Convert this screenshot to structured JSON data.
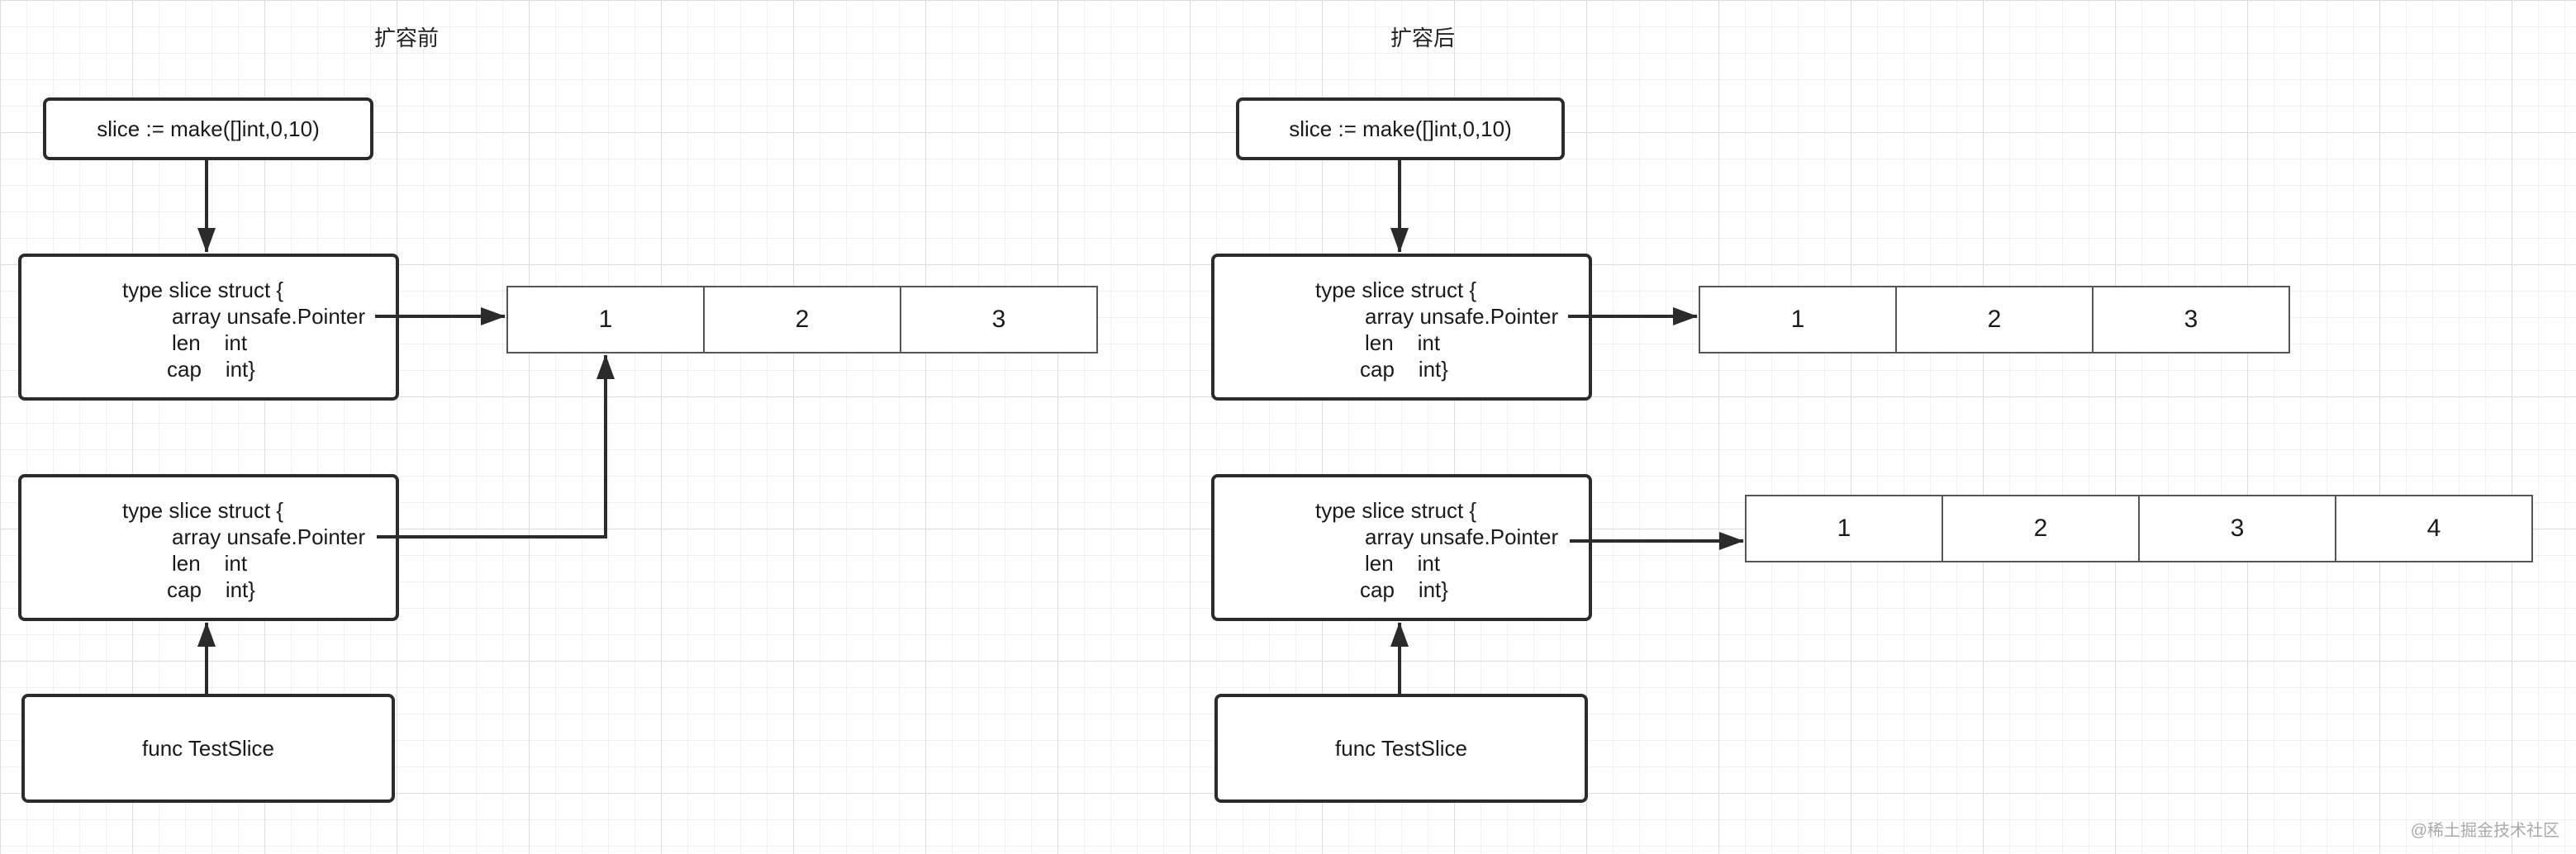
{
  "headings": {
    "before": "扩容前",
    "after": "扩容后"
  },
  "make_label": "slice := make([]int,0,10)",
  "func_label": "func TestSlice",
  "struct_lines": {
    "line1": "type slice struct {",
    "line2": "array unsafe.Pointer",
    "line3": "len    int",
    "line4": "cap    int}"
  },
  "arrays": {
    "before_shared": [
      "1",
      "2",
      "3"
    ],
    "after_original": [
      "1",
      "2",
      "3"
    ],
    "after_new": [
      "1",
      "2",
      "3",
      "4"
    ]
  },
  "watermark": "@稀土掘金技术社区",
  "colors": {
    "stroke": "#2b2b2b",
    "grid_major": "#dcdcdc",
    "grid_minor": "#f0f0f0"
  }
}
